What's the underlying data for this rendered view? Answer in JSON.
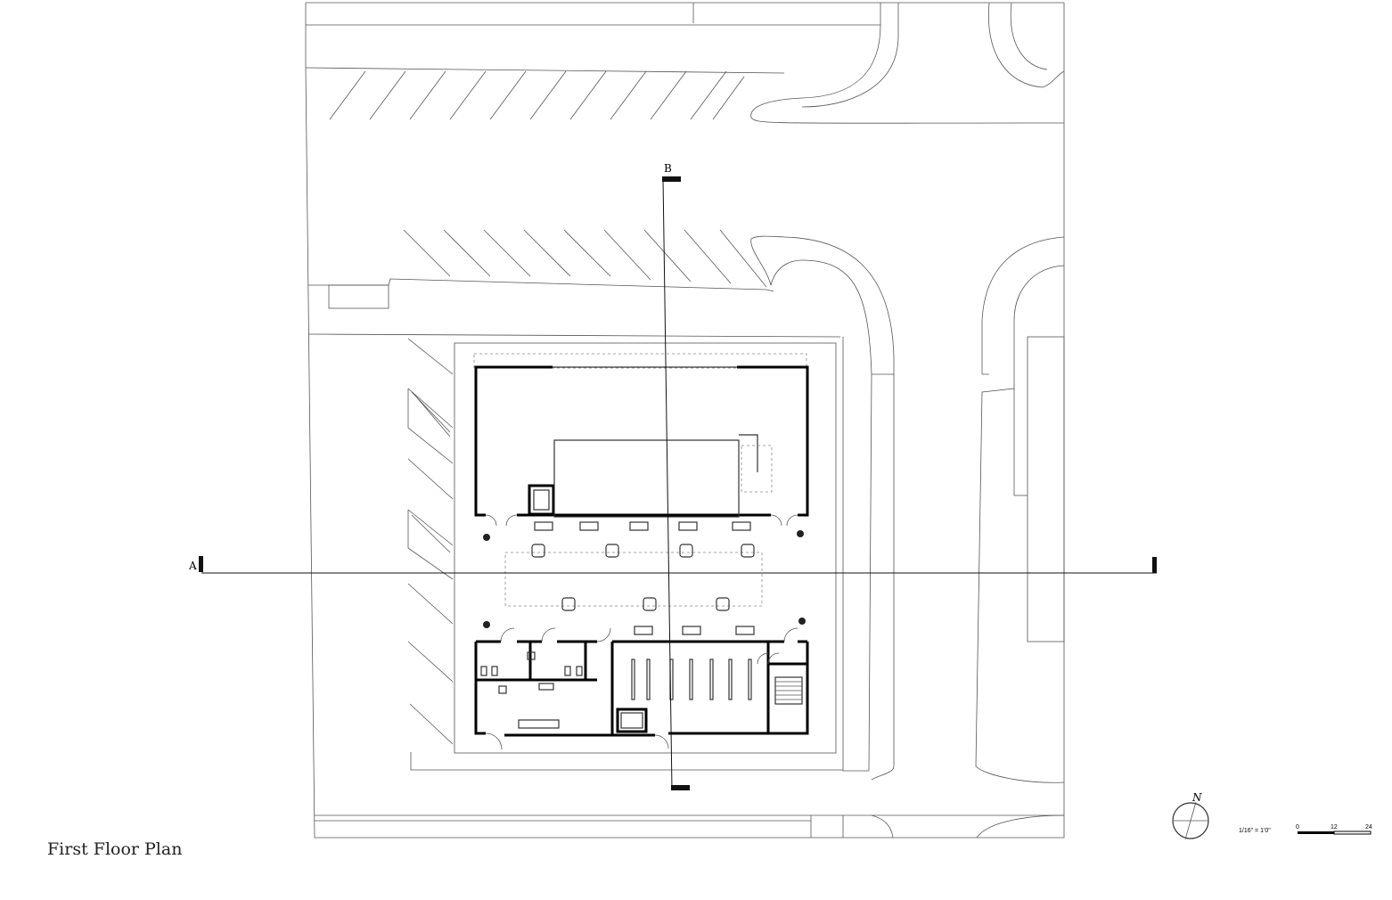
{
  "caption": "First Floor Plan",
  "section_markers": {
    "a": "A",
    "b": "B"
  },
  "north_label": "N",
  "scale": {
    "text": "1/16\" = 1'0\"",
    "ticks": [
      "0",
      "12",
      "24"
    ]
  },
  "colors": {
    "line": "#555555",
    "wall": "#000000",
    "background": "#ffffff"
  }
}
